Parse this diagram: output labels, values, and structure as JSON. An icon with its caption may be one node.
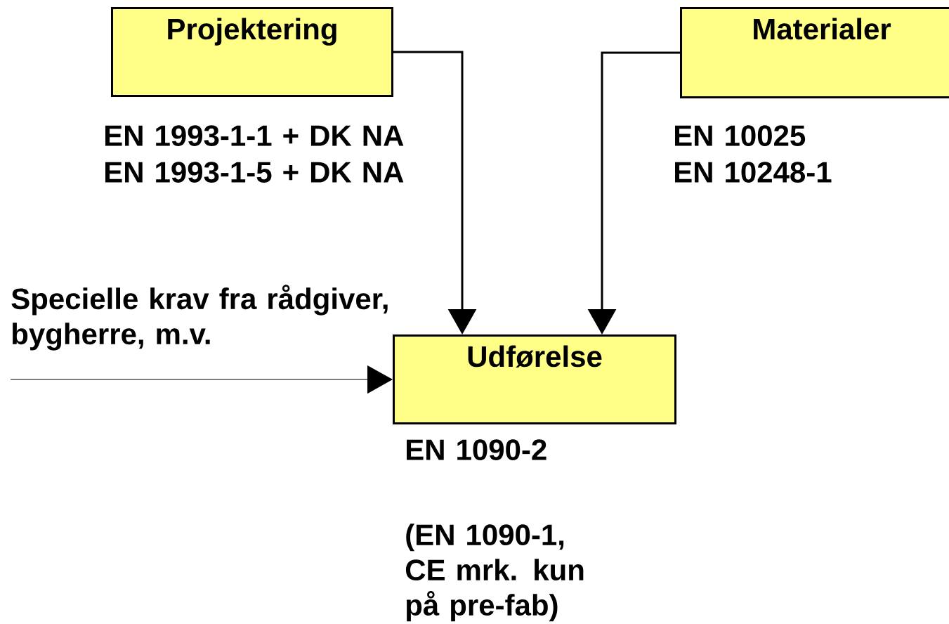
{
  "diagram": {
    "nodes": [
      {
        "text": [
          "Projektering"
        ],
        "beside": [
          "EN 1993-1-1 + DK NA",
          "EN 1993-1-5 + DK NA"
        ]
      },
      {
        "text": [
          "Materialer"
        ],
        "beside": [
          "EN 10025",
          "EN 10248-1"
        ]
      },
      {
        "text": [
          "Udførelse"
        ],
        "beside": [
          "EN 1090-2",
          "(EN 1090-1, CE mrk. kun på pre-fab)"
        ]
      }
    ],
    "edges": [
      {
        "from": 0,
        "to": 2,
        "arrow": "to"
      },
      {
        "from": 1,
        "to": 2,
        "arrow": "to"
      },
      {
        "from": null,
        "to": 2,
        "arrow": "to",
        "label": "Specielle krav fra rådgiver, bygherre, m.v."
      }
    ]
  }
}
